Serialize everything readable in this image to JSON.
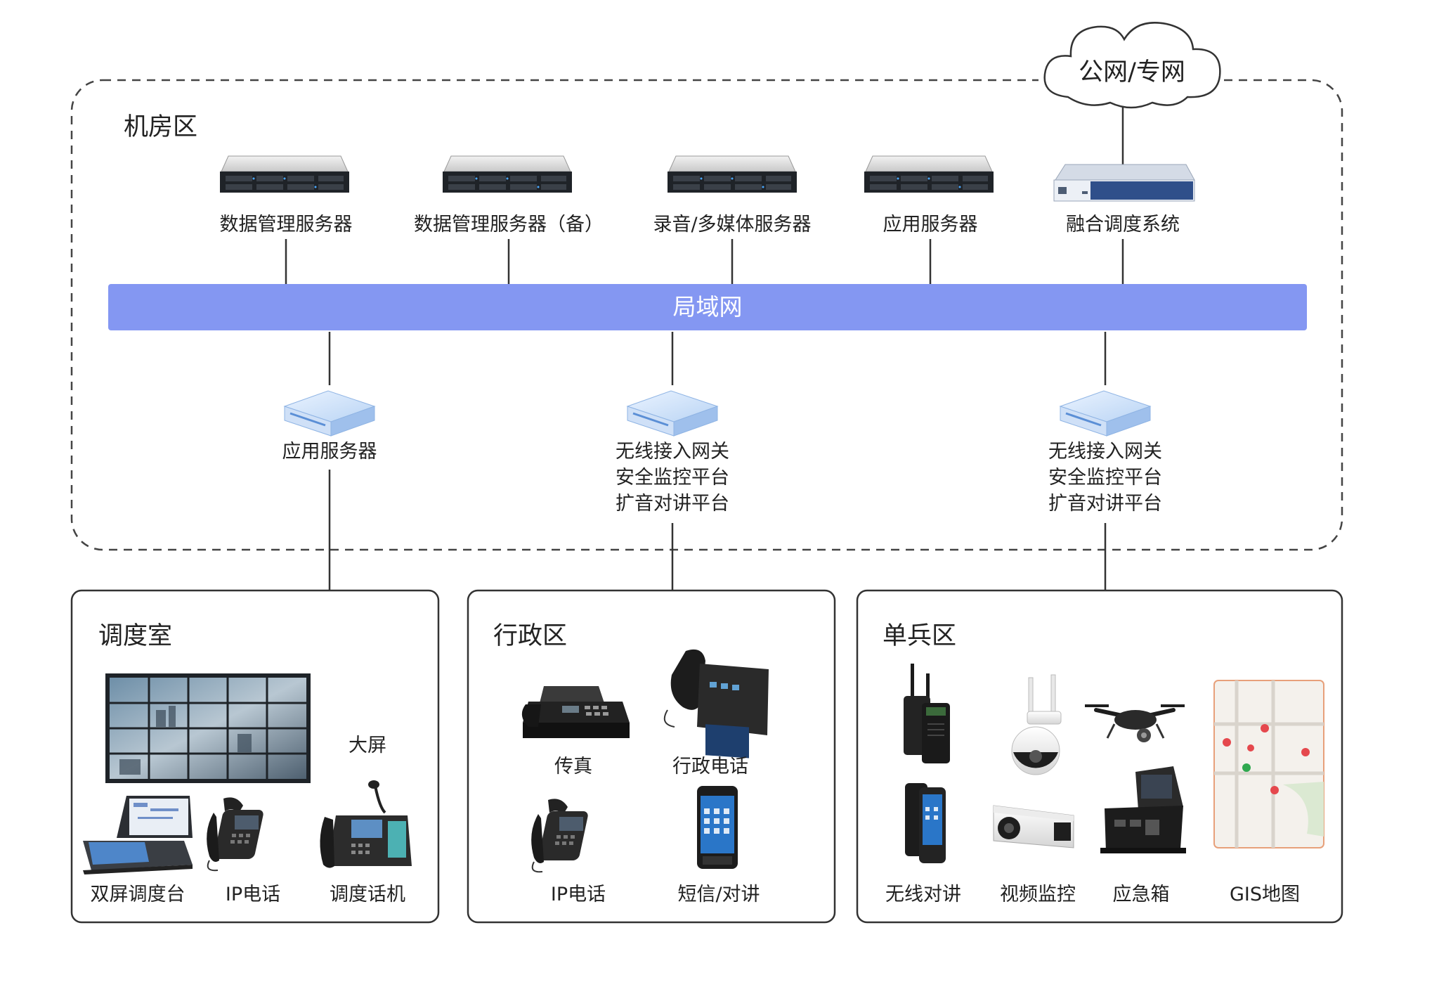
{
  "cloud": {
    "label": "公网/专网"
  },
  "server_room": {
    "title": "机房区",
    "servers": [
      {
        "label": "数据管理服务器"
      },
      {
        "label": "数据管理服务器（备）"
      },
      {
        "label": "录音/多媒体服务器"
      },
      {
        "label": "应用服务器"
      },
      {
        "label": "融合调度系统"
      }
    ],
    "lan": {
      "label": "局域网"
    },
    "gateways": [
      {
        "lines": [
          "应用服务器"
        ]
      },
      {
        "lines": [
          "无线接入网关",
          "安全监控平台",
          "扩音对讲平台"
        ]
      },
      {
        "lines": [
          "无线接入网关",
          "安全监控平台",
          "扩音对讲平台"
        ]
      }
    ]
  },
  "dispatch_room": {
    "title": "调度室",
    "big_screen_label": "大屏",
    "devices": [
      {
        "label": "双屏调度台"
      },
      {
        "label": "IP电话"
      },
      {
        "label": "调度话机"
      }
    ]
  },
  "admin_zone": {
    "title": "行政区",
    "devices": [
      {
        "label": "传真"
      },
      {
        "label": "行政电话"
      },
      {
        "label": "IP电话"
      },
      {
        "label": "短信/对讲"
      }
    ]
  },
  "soldier_zone": {
    "title": "单兵区",
    "devices": [
      {
        "label": "无线对讲"
      },
      {
        "label": "视频监控"
      },
      {
        "label": "应急箱"
      },
      {
        "label": "GIS地图"
      }
    ]
  },
  "colors": {
    "lan_bar": "#8497f2",
    "switch_blue": "#a9c8f0",
    "line": "#333333",
    "dashed_border": "#444444"
  },
  "icons": [
    "rack-server-icon",
    "dispatch-server-icon",
    "network-switch-icon",
    "cloud-icon",
    "video-wall-icon",
    "dual-screen-console-icon",
    "ip-phone-icon",
    "dispatch-phone-icon",
    "fax-icon",
    "video-phone-icon",
    "smartphone-icon",
    "walkie-talkie-icon",
    "dome-camera-icon",
    "drone-icon",
    "handheld-terminal-icon",
    "bullet-camera-icon",
    "emergency-case-icon",
    "gis-map-icon"
  ]
}
